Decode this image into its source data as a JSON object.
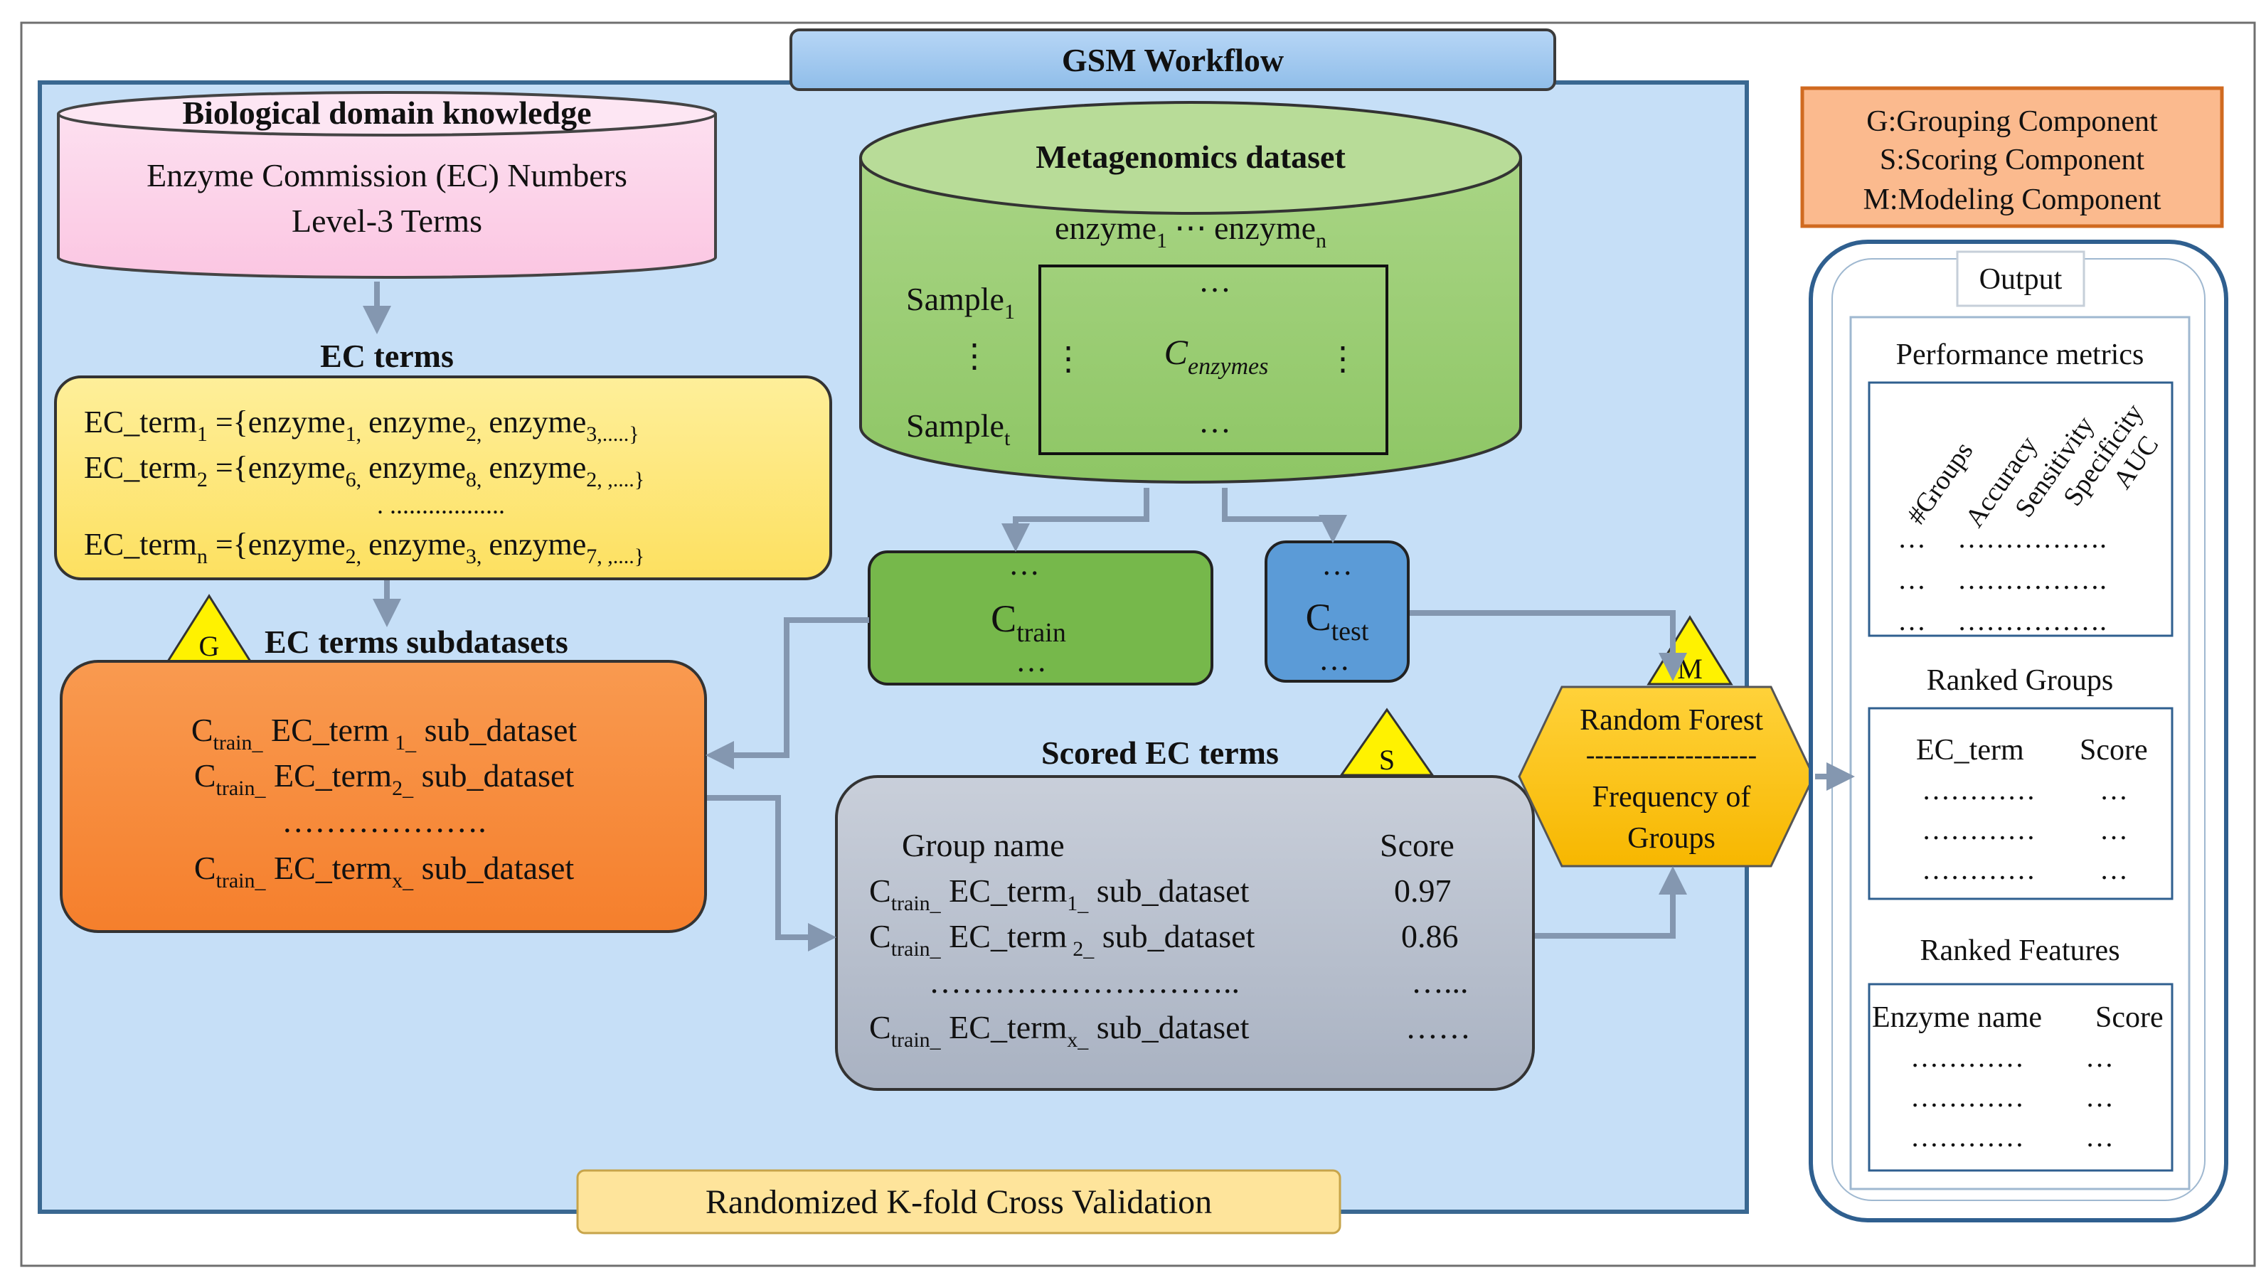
{
  "title": "GSM Workflow",
  "biological_knowledge": {
    "title": "Biological domain knowledge",
    "line1": "Enzyme Commission (EC) Numbers",
    "line2": "Level-3 Terms"
  },
  "metagenomics": {
    "title": "Metagenomics dataset",
    "enzyme_base": "enzyme",
    "sub_1": "1",
    "sub_n": "n",
    "dots": "⋯",
    "sample_base": "Sample",
    "sample_sub_1": "1",
    "sample_sub_t": "t",
    "matrix_main": "C",
    "matrix_sub": "enzymes",
    "vdots": "⋮",
    "hdots": "…"
  },
  "ec_terms": {
    "title": "EC terms",
    "row1": {
      "term_sub": "1",
      "e1": "1,",
      "e2": "2,",
      "e3": "3,.....}"
    },
    "row2": {
      "term_sub": "2",
      "e1": "6,",
      "e2": "8,",
      "e3": "2, ,....}"
    },
    "row_dots": ". ..................",
    "row3": {
      "term_sub": "n",
      "e1": "2,",
      "e2": "3,",
      "e3": "7, ,....}"
    },
    "prefix": "EC_term",
    "eq": " ={enzyme",
    "enzyme": "enzyme"
  },
  "subdatasets": {
    "badge": "G",
    "title": "EC terms subdatasets",
    "c": "C",
    "train": "train_",
    "row1_rest": " EC_term",
    "row1_sub": "1_",
    "row1_end": " sub_dataset",
    "row2_rest": " EC_term",
    "row2_sub": "2_",
    "row2_end": " sub_dataset",
    "dots": "……………….",
    "row3_rest": " EC_term",
    "row3_sub": "x_",
    "row3_end": " sub_dataset"
  },
  "c_train": {
    "main": "C",
    "sub": "train",
    "dots": "…"
  },
  "c_test": {
    "main": "C",
    "sub": "test",
    "dots": "…"
  },
  "scored": {
    "badge": "S",
    "title": "Scored EC terms",
    "header_name": "Group name",
    "header_score": "Score",
    "rows": [
      {
        "term_sub": "1_",
        "score": "0.97"
      },
      {
        "term_sub": "2_",
        "score": "0.86"
      }
    ],
    "dots": "………………………..",
    "dots_score": "…...",
    "last_sub": "x_",
    "last_score": "……",
    "c": "C",
    "train": "train_",
    "term": " EC_term",
    "end": " sub_dataset"
  },
  "model": {
    "badge": "M",
    "line1": "Random Forest",
    "divider": "-------------------",
    "line2": "Frequency of",
    "line3": "Groups"
  },
  "legend": {
    "line1": "G:Grouping Component",
    "line2": "S:Scoring Component",
    "line3": "M:Modeling Component"
  },
  "output": {
    "title": "Output",
    "perf_title": "Performance metrics",
    "perf_headers": [
      "#Groups",
      "Accuracy",
      "Sensitivity",
      "Specificity",
      "AUC"
    ],
    "perf_dots_left": "…",
    "perf_dots_right": "…………….",
    "ranked_groups_title": "Ranked Groups",
    "rg_col1": "EC_term",
    "rg_col2": "Score",
    "rg_dots_left": "…………",
    "rg_dots_right": "…",
    "ranked_features_title": "Ranked Features",
    "rf_col1": "Enzyme name",
    "rf_col2": "Score",
    "rf_dots_left": "…………",
    "rf_dots_right": "…"
  },
  "cross_validation": "Randomized K-fold Cross Validation",
  "colors": {
    "main_panel": "#c6dff7",
    "main_border": "#3a6891",
    "pink": "#fdd1ea",
    "green": "#9acd72",
    "yellow": "#fde772",
    "orange": "#f78a3b",
    "gray": "#b9c1cf",
    "blue_box": "#5b9bd7",
    "green_box": "#76b84b",
    "gold": "#fdc10b",
    "legend_bg": "#fbba8e",
    "cv_bg": "#fee49b",
    "arrow": "#8497b0"
  }
}
